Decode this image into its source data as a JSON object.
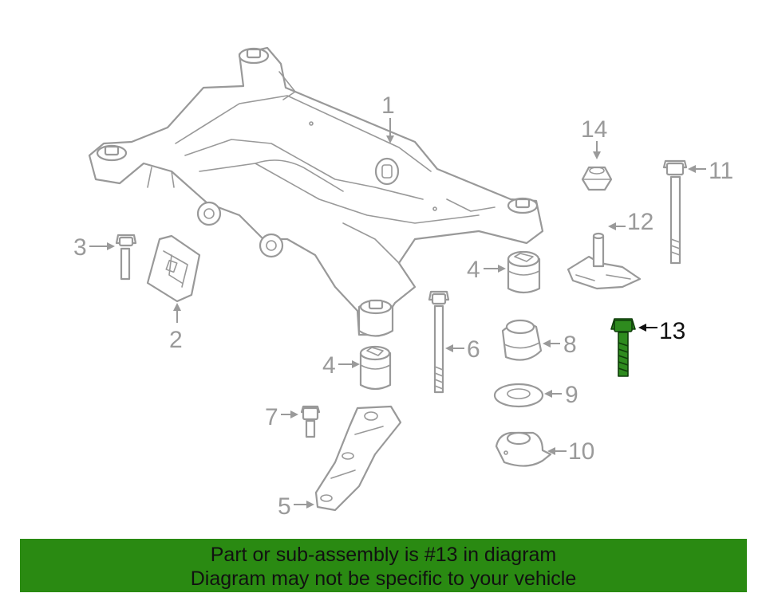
{
  "labels": [
    {
      "id": "1",
      "text": "1"
    },
    {
      "id": "2",
      "text": "2"
    },
    {
      "id": "3",
      "text": "3"
    },
    {
      "id": "4a",
      "text": "4"
    },
    {
      "id": "4b",
      "text": "4"
    },
    {
      "id": "5",
      "text": "5"
    },
    {
      "id": "6",
      "text": "6"
    },
    {
      "id": "7",
      "text": "7"
    },
    {
      "id": "8",
      "text": "8"
    },
    {
      "id": "9",
      "text": "9"
    },
    {
      "id": "10",
      "text": "10"
    },
    {
      "id": "11",
      "text": "11"
    },
    {
      "id": "12",
      "text": "12"
    },
    {
      "id": "13",
      "text": "13"
    },
    {
      "id": "14",
      "text": "14"
    }
  ],
  "highlight_part": "13",
  "colors": {
    "highlight": "#2e8b1e",
    "banner": "#2a8a12",
    "linework": "#999999"
  },
  "banner": {
    "line1": "Part or sub-assembly is #13 in diagram",
    "line2": "Diagram may not be specific to your vehicle"
  }
}
